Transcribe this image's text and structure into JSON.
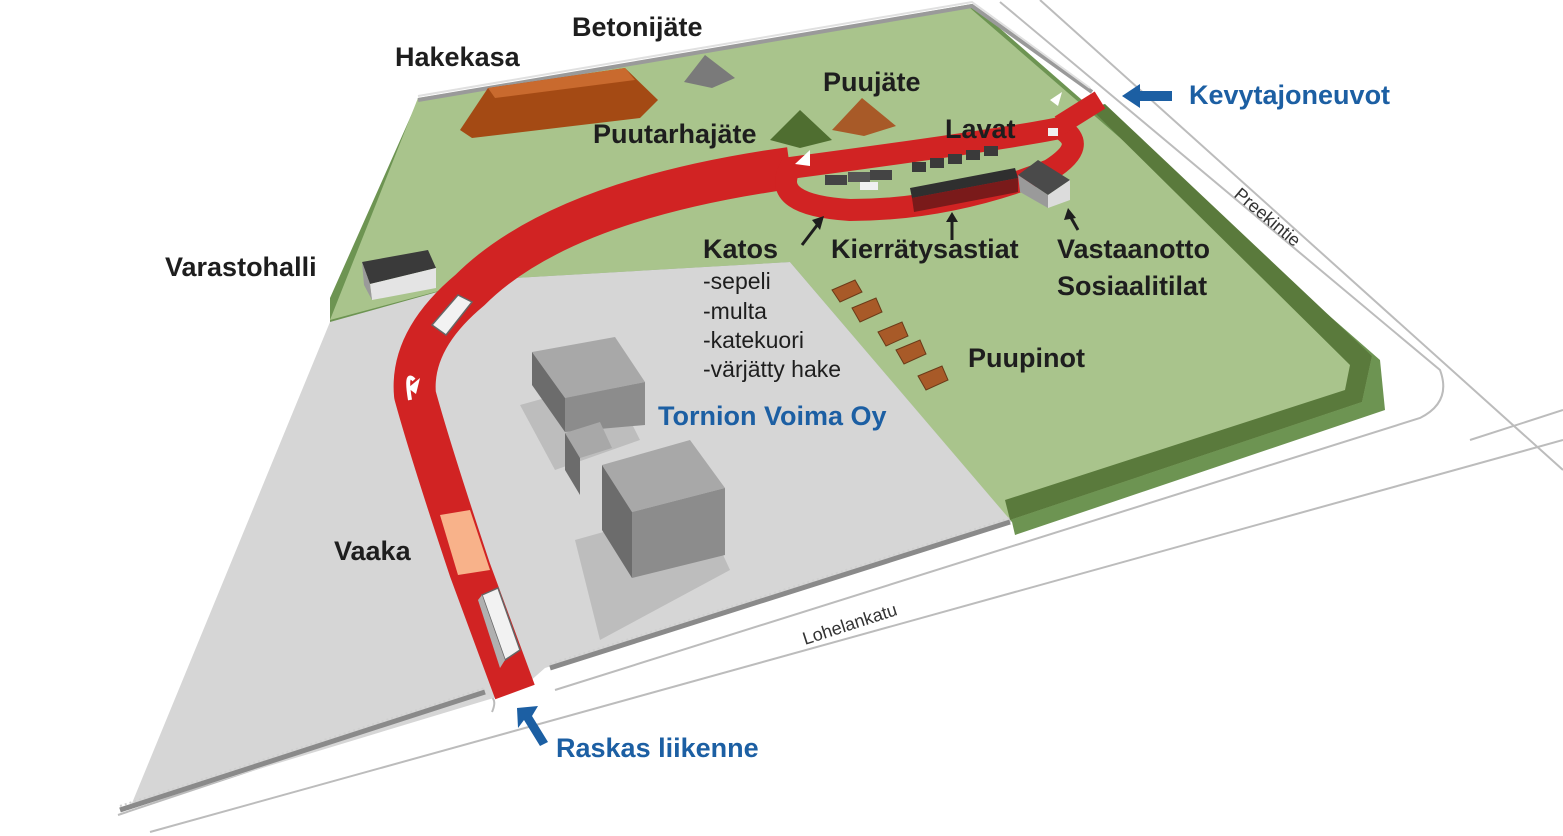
{
  "labels": {
    "betonijate": "Betonijäte",
    "hakekasa": "Hakekasa",
    "puujate": "Puujäte",
    "puutarhajate": "Puutarhajäte",
    "lavat": "Lavat",
    "varastohalli": "Varastohalli",
    "katos": "Katos",
    "kierratysastiat": "Kierrätysastiat",
    "vastaanotto": "Vastaanotto",
    "sosiaalitilat": "Sosiaalitilat",
    "puupinot": "Puupinot",
    "vaaka": "Vaaka"
  },
  "katos_items": [
    "-sepeli",
    "-multa",
    "-katekuori",
    "-värjätty hake"
  ],
  "company": "Tornion Voima Oy",
  "entrances": {
    "light": "Kevytajoneuvot",
    "heavy": "Raskas liikenne"
  },
  "streets": {
    "preekintie": "Preekintie",
    "lohelankatu": "Lohelankatu"
  },
  "colors": {
    "grass": "#a9c48c",
    "grass_dark": "#5a7a3c",
    "asphalt": "#d6d6d6",
    "road": "#d12323",
    "road_dark": "#9c1414",
    "blue_label": "#1c5fa3",
    "building": "#8c8c8c",
    "chip_pile": "#a44a14",
    "concrete_pile": "#7a7a7a",
    "garden_pile": "#4f6e30",
    "wood_pile": "#a85a28",
    "scale": "#f8b28a"
  }
}
